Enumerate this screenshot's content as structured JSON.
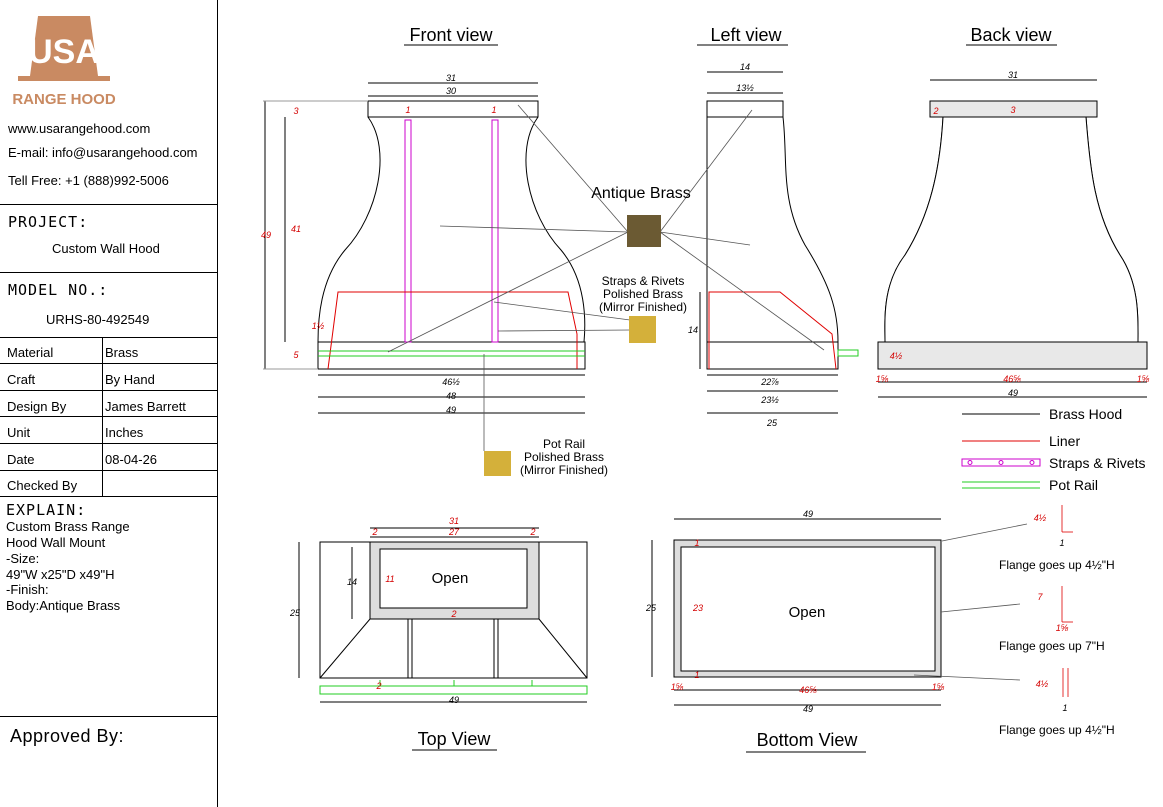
{
  "logo": {
    "mark": "USA",
    "name": "RANGE HOOD"
  },
  "contact": {
    "website": "www.usarangehood.com",
    "email": "E-mail: info@usarangehood.com",
    "phone": "Tell Free: +1 (888)992-5006"
  },
  "project": {
    "heading": "PROJECT:",
    "value": "Custom Wall Hood"
  },
  "model": {
    "heading": "MODEL NO.:",
    "value": "URHS-80-492549"
  },
  "specs": [
    {
      "label": "Material",
      "value": "Brass"
    },
    {
      "label": "Craft",
      "value": "By Hand"
    },
    {
      "label": "Design By",
      "value": "James Barrett"
    },
    {
      "label": "Unit",
      "value": "Inches"
    },
    {
      "label": "Date",
      "value": "08-04-26"
    },
    {
      "label": "Checked By",
      "value": ""
    }
  ],
  "explain": {
    "heading": "EXPLAIN:",
    "lines": [
      "Custom Brass Range",
      "Hood Wall Mount",
      "-Size:",
      "49\"W x25\"D x49\"H",
      "-Finish:",
      "Body:Antique Brass"
    ]
  },
  "approved": "Approved By:",
  "views": {
    "front": "Front view",
    "left": "Left view",
    "back": "Back view",
    "top": "Top View",
    "bottom": "Bottom View"
  },
  "callouts": {
    "antique": "Antique Brass",
    "straps": [
      "Straps & Rivets",
      "Polished Brass",
      "(Mirror Finished)"
    ],
    "potrail": [
      "Pot Rail",
      "Polished Brass",
      "(Mirror Finished)"
    ],
    "open": "Open"
  },
  "legend": [
    {
      "label": "Brass Hood",
      "color": "#000000"
    },
    {
      "label": "Liner",
      "color": "#e00000"
    },
    {
      "label": "Straps & Rivets",
      "color": "#cc00cc"
    },
    {
      "label": "Pot Rail",
      "color": "#22cc22"
    }
  ],
  "flanges": {
    "top": "Flange goes up 4½\"H",
    "mid": "Flange goes up 7\"H",
    "bot": "Flange goes up 4½\"H"
  },
  "dims": {
    "front": {
      "w_top_outer": "31",
      "w_top_inner": "30",
      "collar": "3",
      "h_total": "49",
      "h_body": "41",
      "strap_w": "1",
      "liner": "1½",
      "rail": "5",
      "w_inner": "46½",
      "w_mid": "48",
      "w_total": "49"
    },
    "left": {
      "top_outer": "14",
      "top_inner": "13½",
      "liner_h": "14",
      "d1": "22⅞",
      "d2": "23½",
      "d_total": "25"
    },
    "back": {
      "w_top": "31",
      "collar_side": "2",
      "collar_h": "3",
      "base_h": "4½",
      "gap": "1⅝",
      "w_inner": "46⅝",
      "w_total": "49"
    },
    "top": {
      "w_top": "31",
      "w_inner": "27",
      "edge": "2",
      "depth_box": "14",
      "box_inner": "11",
      "depth_total": "25",
      "w_total": "49"
    },
    "bottom": {
      "w_total": "49",
      "depth": "25",
      "inner_depth": "23",
      "edge": "1",
      "w_inner": "46⅝",
      "gap": "1⅝",
      "w_bottom": "49"
    },
    "flange": {
      "a": "4½",
      "b": "1",
      "c": "7",
      "d": "1⅝"
    }
  },
  "colors": {
    "hood": "#000000",
    "liner": "#e00000",
    "strap": "#cc00cc",
    "rail": "#22cc22",
    "antique": "#6b5a33",
    "polished": "#d4b03a",
    "logo": "#c98a62"
  }
}
